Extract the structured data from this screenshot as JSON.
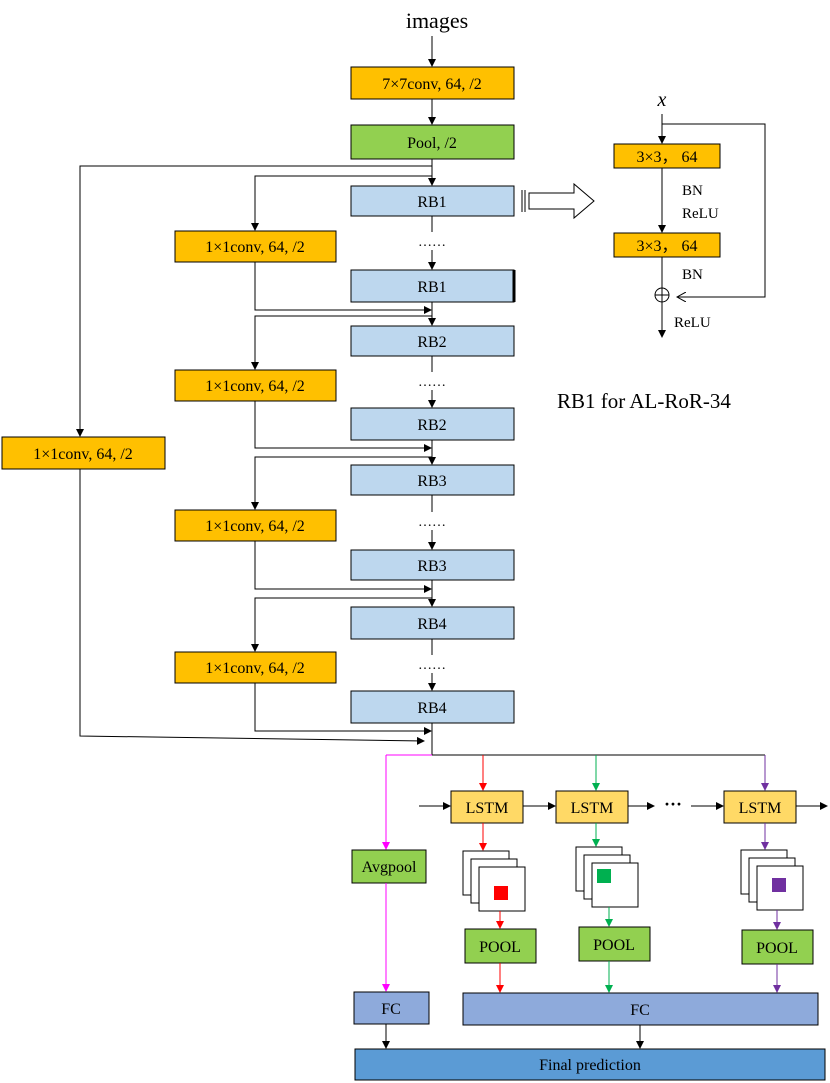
{
  "input_label": "images",
  "stem": {
    "conv": "7×7conv, 64, /2",
    "pool": "Pool, /2"
  },
  "dots": "……",
  "blocks": {
    "rb1": "RB1",
    "rb2": "RB2",
    "rb3": "RB3",
    "rb4": "RB4"
  },
  "shortcut_conv": "1×1conv, 64, /2",
  "detail": {
    "x": "x",
    "conv": "3×3， 64",
    "bn": "BN",
    "relu": "ReLU",
    "caption": "RB1 for AL-RoR-34"
  },
  "head": {
    "lstm": "LSTM",
    "ellipsis": "···",
    "pool": "POOL",
    "avgpool": "Avgpool",
    "fc": "FC",
    "final": "Final prediction"
  },
  "colors": {
    "orange": "#ffc000",
    "green": "#92d050",
    "light_blue": "#bdd7ee",
    "lstm": "#ffd966",
    "fc": "#8eaadb",
    "final": "#5b9bd5",
    "red": "#ff0000",
    "teal": "#00b050",
    "purple": "#7030a0",
    "magenta": "#ff00ff"
  }
}
